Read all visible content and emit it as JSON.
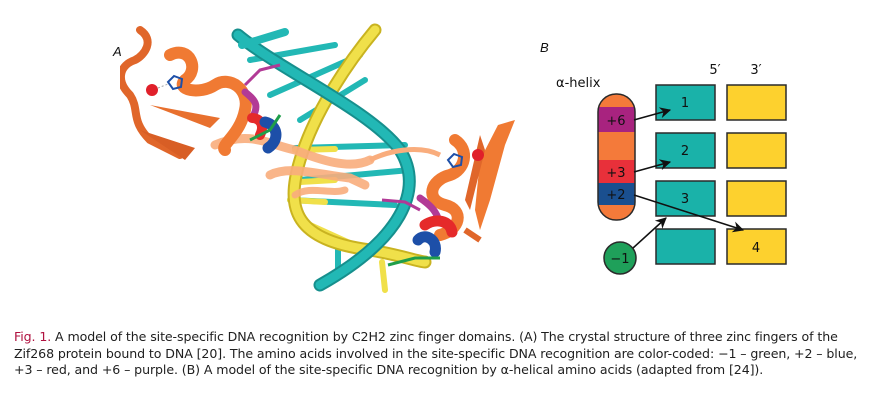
{
  "panels": {
    "a": {
      "label": "A",
      "description": "3D ribbon model of three zinc fingers of Zif268 bound to DNA double helix"
    },
    "b": {
      "label": "B"
    }
  },
  "diagram": {
    "helix_label": "α-helix",
    "strand_labels": {
      "five_prime": "5′",
      "three_prime": "3′"
    },
    "helix_segments": [
      {
        "label": "+6",
        "color": "#a8237f"
      },
      {
        "label": "+3",
        "color": "#e8303a"
      },
      {
        "label": "+2",
        "color": "#1a4f8f"
      }
    ],
    "helix_base_color": "#f47a3a",
    "minus_one": {
      "label": "−1",
      "color": "#1fa05a"
    },
    "five_prime_boxes": [
      "1",
      "2",
      "3",
      ""
    ],
    "three_prime_boxes": [
      "",
      "",
      "",
      "4"
    ],
    "colors": {
      "teal": "#1ab2a9",
      "yellow": "#fdd12e",
      "outline": "#2a2a2a"
    },
    "arrows": [
      {
        "from": "+6",
        "to": "5′ box 1"
      },
      {
        "from": "+3",
        "to": "5′ box 2"
      },
      {
        "from": "+2",
        "to": "3′ box 4"
      },
      {
        "from": "−1",
        "to": "5′ box 3"
      }
    ]
  },
  "molecule_colors": {
    "protein": "#f07a33",
    "protein_light": "#f9ad7d",
    "dna_strand_1": "#22b8b5",
    "dna_strand_2": "#f0e04a",
    "minus1_green": "#1f9e4a",
    "plus2_blue": "#1d4fa8",
    "plus3_red": "#e52a2a",
    "plus6_purple": "#b23a96",
    "zinc": "#e0202a"
  },
  "caption": {
    "figref": "Fig. 1.",
    "text": " A model of the site-specific DNA recognition by C2H2 zinc finger domains. (A) The crystal structure of three zinc fingers of the Zif268 protein bound to DNA [20]. The amino acids involved in the site-specific DNA recognition are color-coded: −1 – green, +2 – blue, +3 – red, and +6 – purple. (B) A model of the site-specific DNA recognition by α-helical amino acids (adapted from [24])."
  }
}
